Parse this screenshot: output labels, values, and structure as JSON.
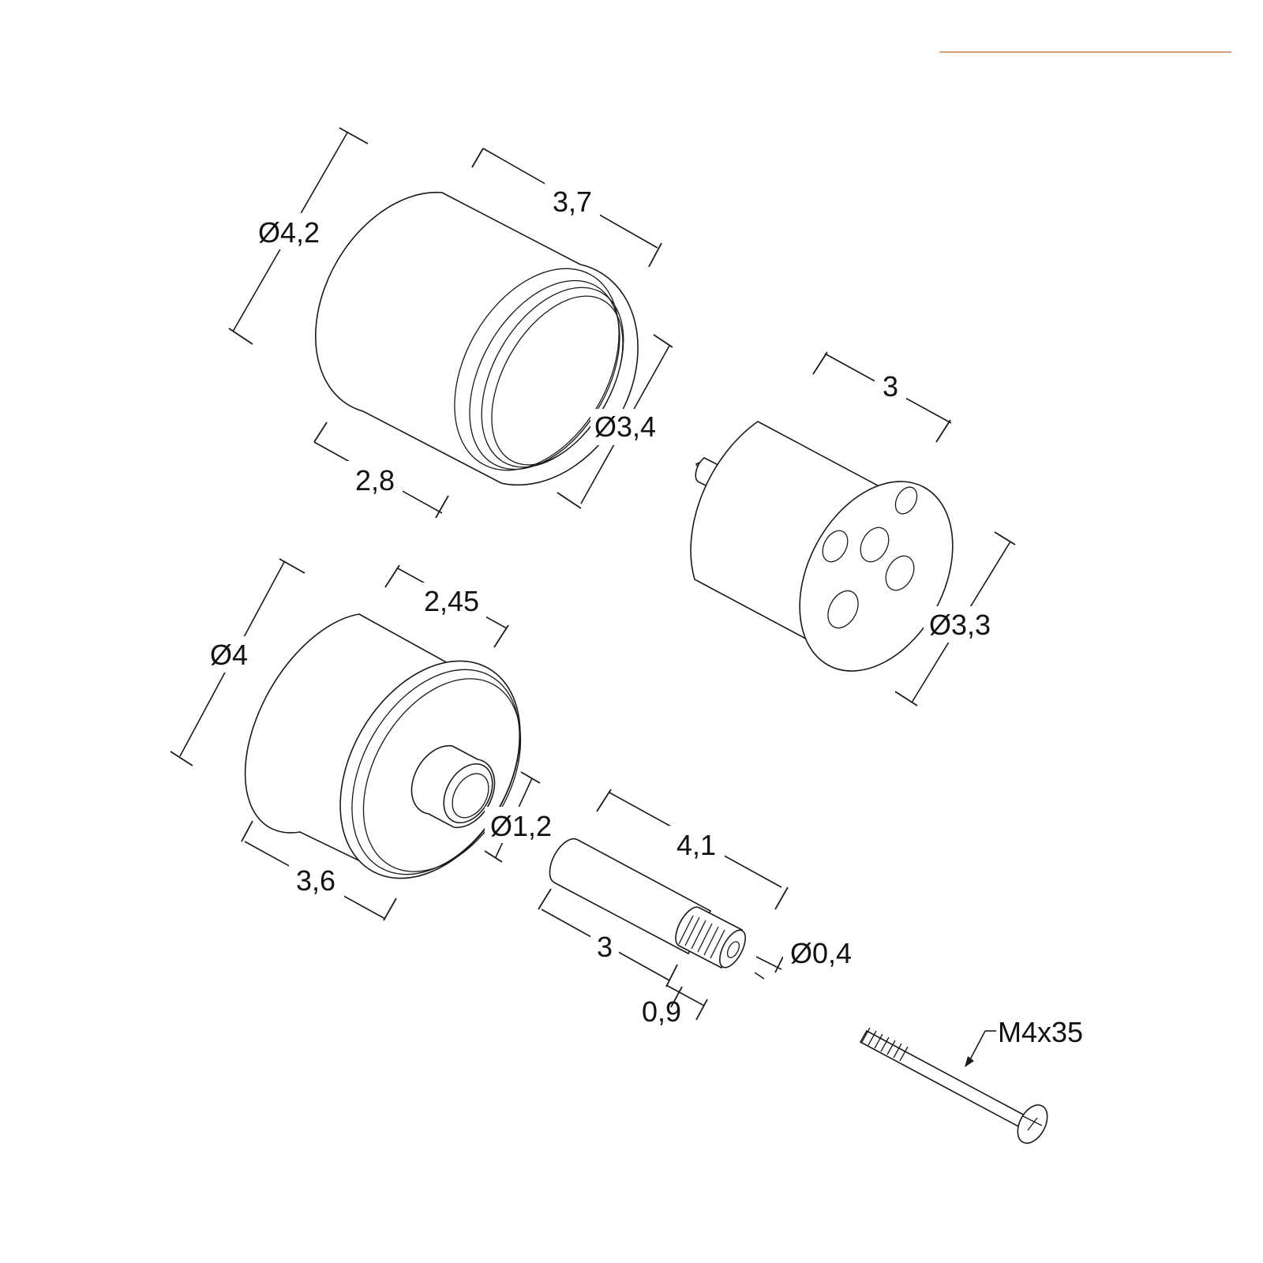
{
  "accent_color": "#d9a07e",
  "parts": [
    {
      "name": "large-cover-cap",
      "dimensions": [
        "Ø4,2",
        "3,7",
        "Ø3,4",
        "2,8"
      ]
    },
    {
      "name": "perforated-plug",
      "dimensions": [
        "3",
        "Ø3,3"
      ]
    },
    {
      "name": "medium-cover-cap",
      "dimensions": [
        "Ø4",
        "2,45",
        "Ø1,2",
        "3,6"
      ]
    },
    {
      "name": "spline-pin",
      "dimensions": [
        "4,1",
        "3",
        "0,9",
        "Ø0,4"
      ]
    },
    {
      "name": "screw",
      "dimensions": [
        "M4x35"
      ]
    }
  ]
}
